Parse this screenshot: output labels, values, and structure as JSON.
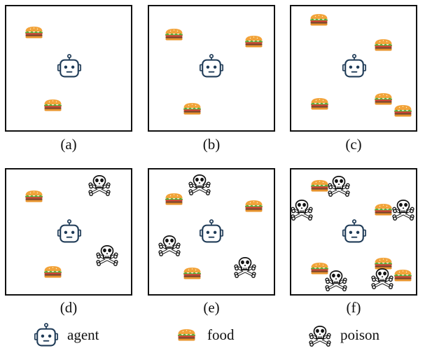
{
  "panels": [
    {
      "caption": "(a)",
      "agent": true,
      "food": 2,
      "poison": 0
    },
    {
      "caption": "(b)",
      "agent": true,
      "food": 3,
      "poison": 0
    },
    {
      "caption": "(c)",
      "agent": true,
      "food": 5,
      "poison": 0
    },
    {
      "caption": "(d)",
      "agent": true,
      "food": 2,
      "poison": 2
    },
    {
      "caption": "(e)",
      "agent": true,
      "food": 3,
      "poison": 3
    },
    {
      "caption": "(f)",
      "agent": true,
      "food": 5,
      "poison": 5
    }
  ],
  "legend": [
    {
      "icon": "robot-icon",
      "label": "agent"
    },
    {
      "icon": "burger-icon",
      "label": "food"
    },
    {
      "icon": "skull-crossbones-icon",
      "label": "poison"
    }
  ],
  "colors": {
    "robot": "#1f3b57",
    "bun_top": "#f2a33a",
    "bun_bottom": "#e8942c",
    "lettuce": "#5aa832",
    "patty": "#7a3d1c",
    "sauce": "#d8332c",
    "skull": "#111111"
  }
}
